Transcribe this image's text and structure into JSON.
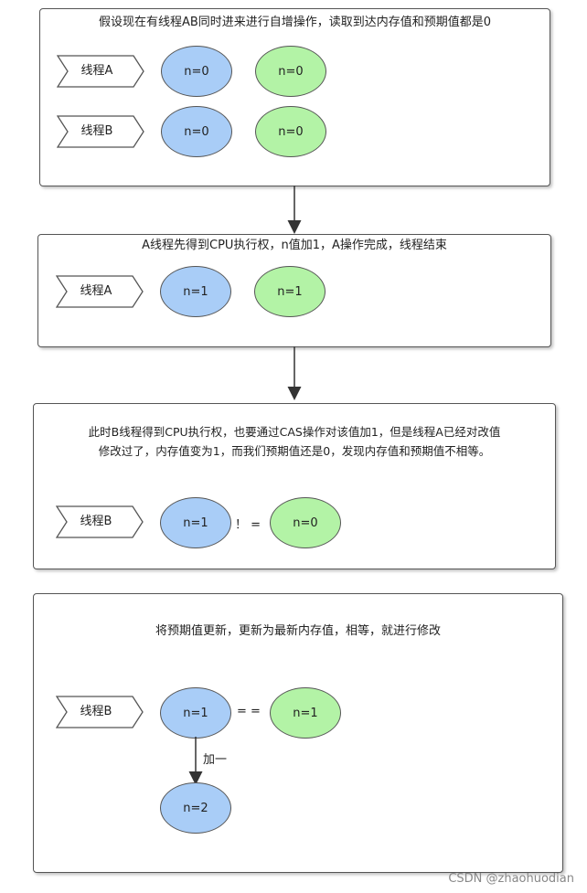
{
  "panel1": {
    "text": "假设现在有线程AB同时进来进行自增操作，读取到达内存值和预期值都是0",
    "row1": {
      "thread": "线程A",
      "memory": "n=0",
      "expected": "n=0"
    },
    "row2": {
      "thread": "线程B",
      "memory": "n=0",
      "expected": "n=0"
    }
  },
  "panel2": {
    "text": "A线程先得到CPU执行权，n值加1，A操作完成，线程结束",
    "row1": {
      "thread": "线程A",
      "memory": "n=1",
      "expected": "n=1"
    }
  },
  "panel3": {
    "text_line1": "此时B线程得到CPU执行权，也要通过CAS操作对该值加1，但是线程A已经对改值",
    "text_line2": "修改过了，内存值变为1，而我们预期值还是0，发现内存值和预期值不相等。",
    "row1": {
      "thread": "线程B",
      "memory": "n=1",
      "operator": "！ =",
      "expected": "n=0"
    }
  },
  "panel4": {
    "text": "将预期值更新，更新为最新内存值，相等，就进行修改",
    "row1": {
      "thread": "线程B",
      "memory": "n=1",
      "operator": "= =",
      "expected": "n=1"
    },
    "increment_label": "加一",
    "result": "n=2"
  },
  "watermark": "CSDN @zhaohuodian",
  "colors": {
    "memory_fill": "#a9cdf7",
    "expected_fill": "#b3f3a6",
    "border": "#555555"
  }
}
